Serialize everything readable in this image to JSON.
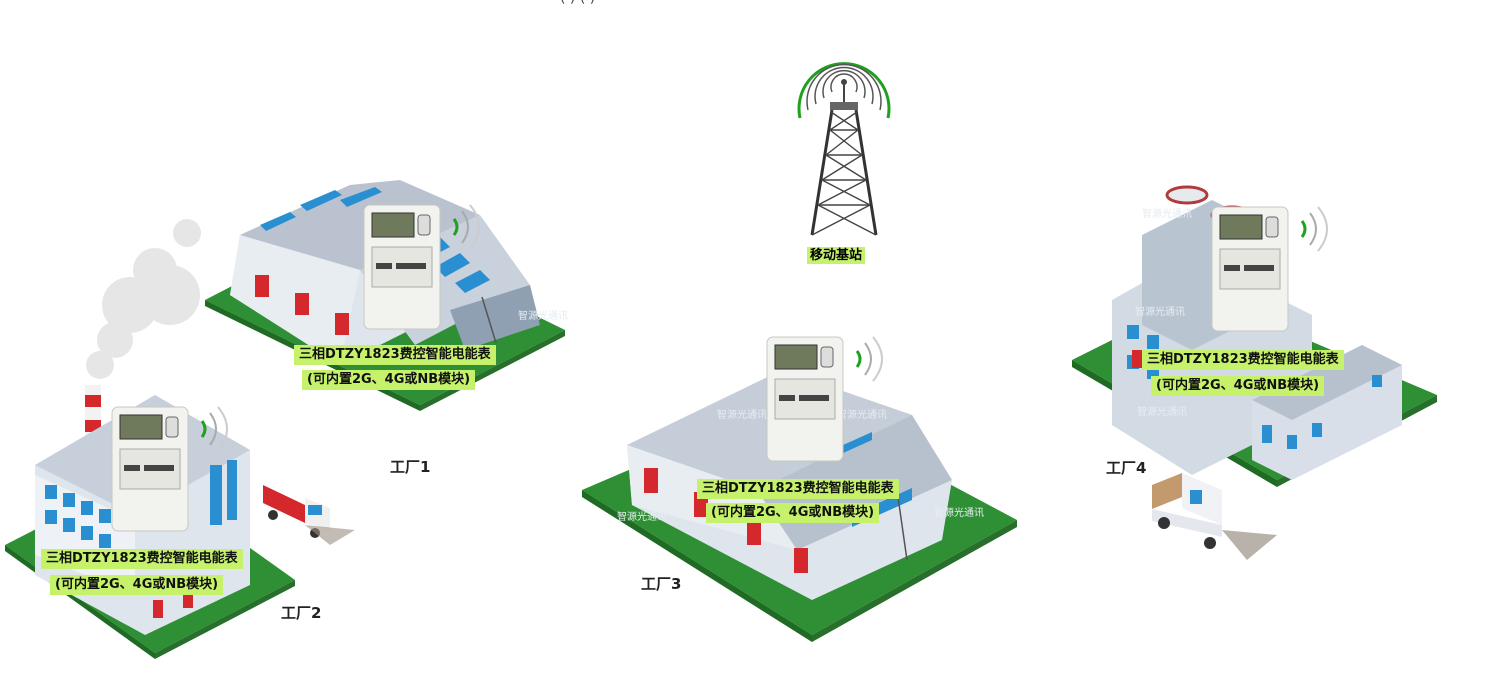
{
  "header": {
    "partial_text": "( ) ( )"
  },
  "tower": {
    "label": "移动基站"
  },
  "meter_label": {
    "line1": "三相DTZY1823费控智能电能表",
    "line2": "(可内置2G、4G或NB模块)"
  },
  "watermark": "智源光通讯",
  "factories": [
    {
      "name": "工厂1"
    },
    {
      "name": "工厂2"
    },
    {
      "name": "工厂3"
    },
    {
      "name": "工厂4"
    }
  ],
  "colors": {
    "label_bg": "#c6f26b",
    "signal": "#1fa01f",
    "grass": "#3a9a3a",
    "roof": "#c4cdd8"
  }
}
